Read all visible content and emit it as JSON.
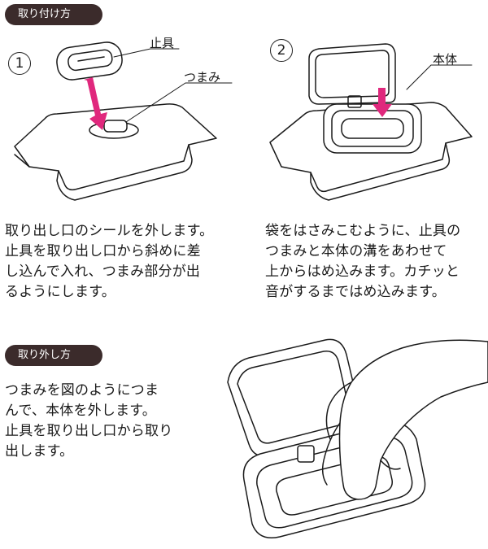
{
  "attach": {
    "title": "取り付け方",
    "step1": {
      "number": "1",
      "label_stopper": "止具",
      "label_knob": "つまみ",
      "lines": [
        "取り出し口のシールを外します。",
        "止具を取り出し口から斜めに差",
        "し込んで入れ、つまみ部分が出",
        "るようにします。"
      ]
    },
    "step2": {
      "number": "2",
      "label_body": "本体",
      "lines": [
        "袋をはさみこむように、止具の",
        "つまみと本体の溝をあわせて",
        "上からはめ込みます。カチッと",
        "音がするまではめ込みます。"
      ]
    }
  },
  "remove": {
    "title": "取り外し方",
    "lines": [
      "つまみを図のようにつま",
      "んで、本体を外します。",
      "止具を取り出し口から取り",
      "出します。"
    ]
  },
  "colors": {
    "accent": "#e0287d",
    "pill": "#3b2b2b"
  }
}
